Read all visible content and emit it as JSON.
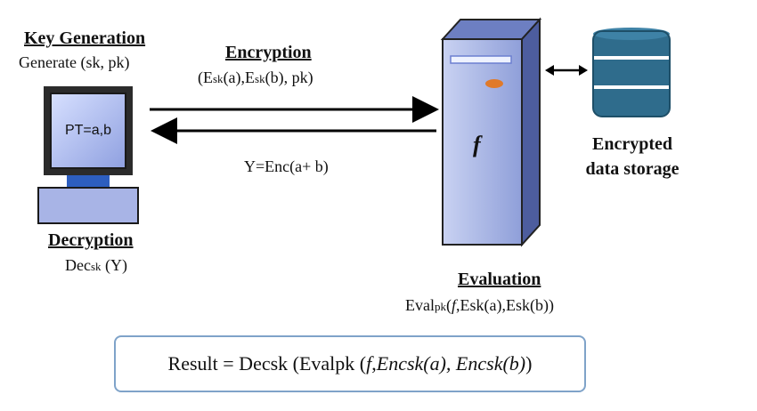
{
  "key_generation": {
    "title": "Key Generation",
    "detail": "Generate (sk, pk)"
  },
  "computer": {
    "screen_text": "PT=a,b"
  },
  "decryption": {
    "title": "Decryption",
    "fn": "Dec",
    "sub": "sk",
    "arg": "(Y)"
  },
  "encryption": {
    "title": "Encryption",
    "part1_prefix": "(E",
    "part1_sub": "sk",
    "part1_arg": "(a),",
    "part2_prefix": "E",
    "part2_sub": "sk",
    "part2_arg": "(b),  pk)"
  },
  "return_label": "Y=Enc(a+ b)",
  "server": {
    "function_label": "f"
  },
  "storage": {
    "line1": "Encrypted",
    "line2": "data storage"
  },
  "evaluation": {
    "title": "Evaluation",
    "fn": "Eval",
    "sub": "pk",
    "args_open": "(",
    "f": "f",
    "args_rest": ",Esk(a),Esk(b))"
  },
  "result": {
    "prefix": "Result = Decsk (Evalpk (  ",
    "f": "f",
    "sep": ", ",
    "italic_args": "Encsk(a), Encsk(b)",
    "suffix": ")"
  }
}
